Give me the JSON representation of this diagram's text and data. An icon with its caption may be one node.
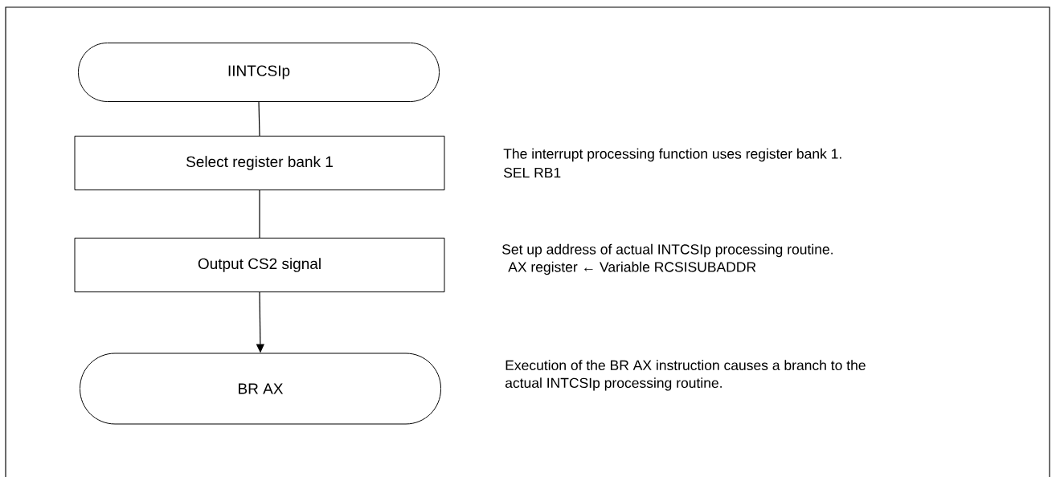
{
  "diagram": {
    "nodes": [
      {
        "text": [
          "IINTCSIp"
        ]
      },
      {
        "text": [
          "Select register bank 1"
        ],
        "beside": [
          "The interrupt processing function uses register bank 1.",
          "SEL RB1"
        ]
      },
      {
        "text": [
          "Output CS2 signal"
        ],
        "beside": [
          "Set up address of actual INTCSIp processing routine.",
          "AX register ← Variable RCSISUBADDR"
        ]
      },
      {
        "text": [
          "BR AX"
        ]
      }
    ],
    "labels": [
      "Execution of the BR AX instruction causes a branch to the actual INTCSIp processing routine."
    ],
    "edges": [
      {
        "from": 0,
        "to": 1,
        "arrow": "none"
      },
      {
        "from": 1,
        "to": 2,
        "arrow": "none"
      },
      {
        "from": 2,
        "to": 3,
        "arrow": "to"
      }
    ]
  }
}
